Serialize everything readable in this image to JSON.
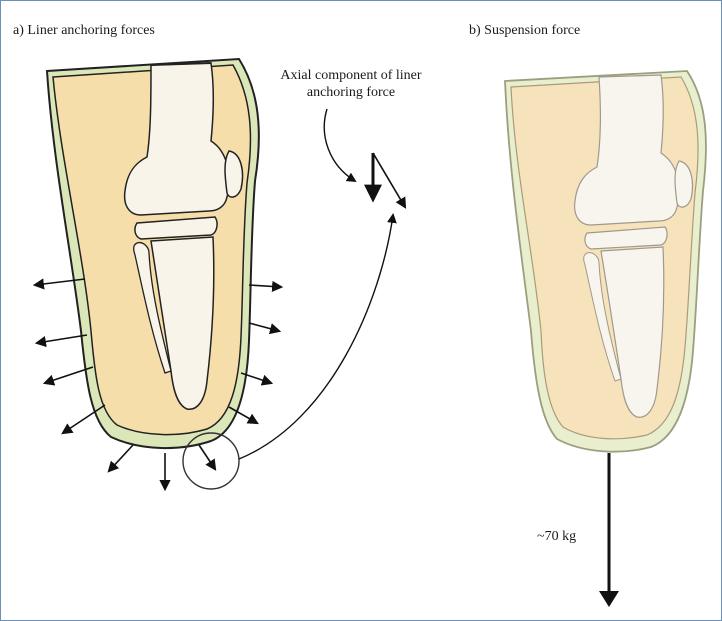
{
  "panel_a": {
    "label": "a) Liner anchoring forces",
    "annotation": "Axial component of liner anchoring force"
  },
  "panel_b": {
    "label": "b) Suspension force",
    "force_label": "~70 kg"
  },
  "colors": {
    "limb": "#f6deaa",
    "liner": "#dbe7b8",
    "bone": "#f8f4e9",
    "outline": "#222222",
    "frame": "#6a8fb8"
  },
  "icons": [
    "arrow-icon",
    "magnifier-circle-icon"
  ]
}
